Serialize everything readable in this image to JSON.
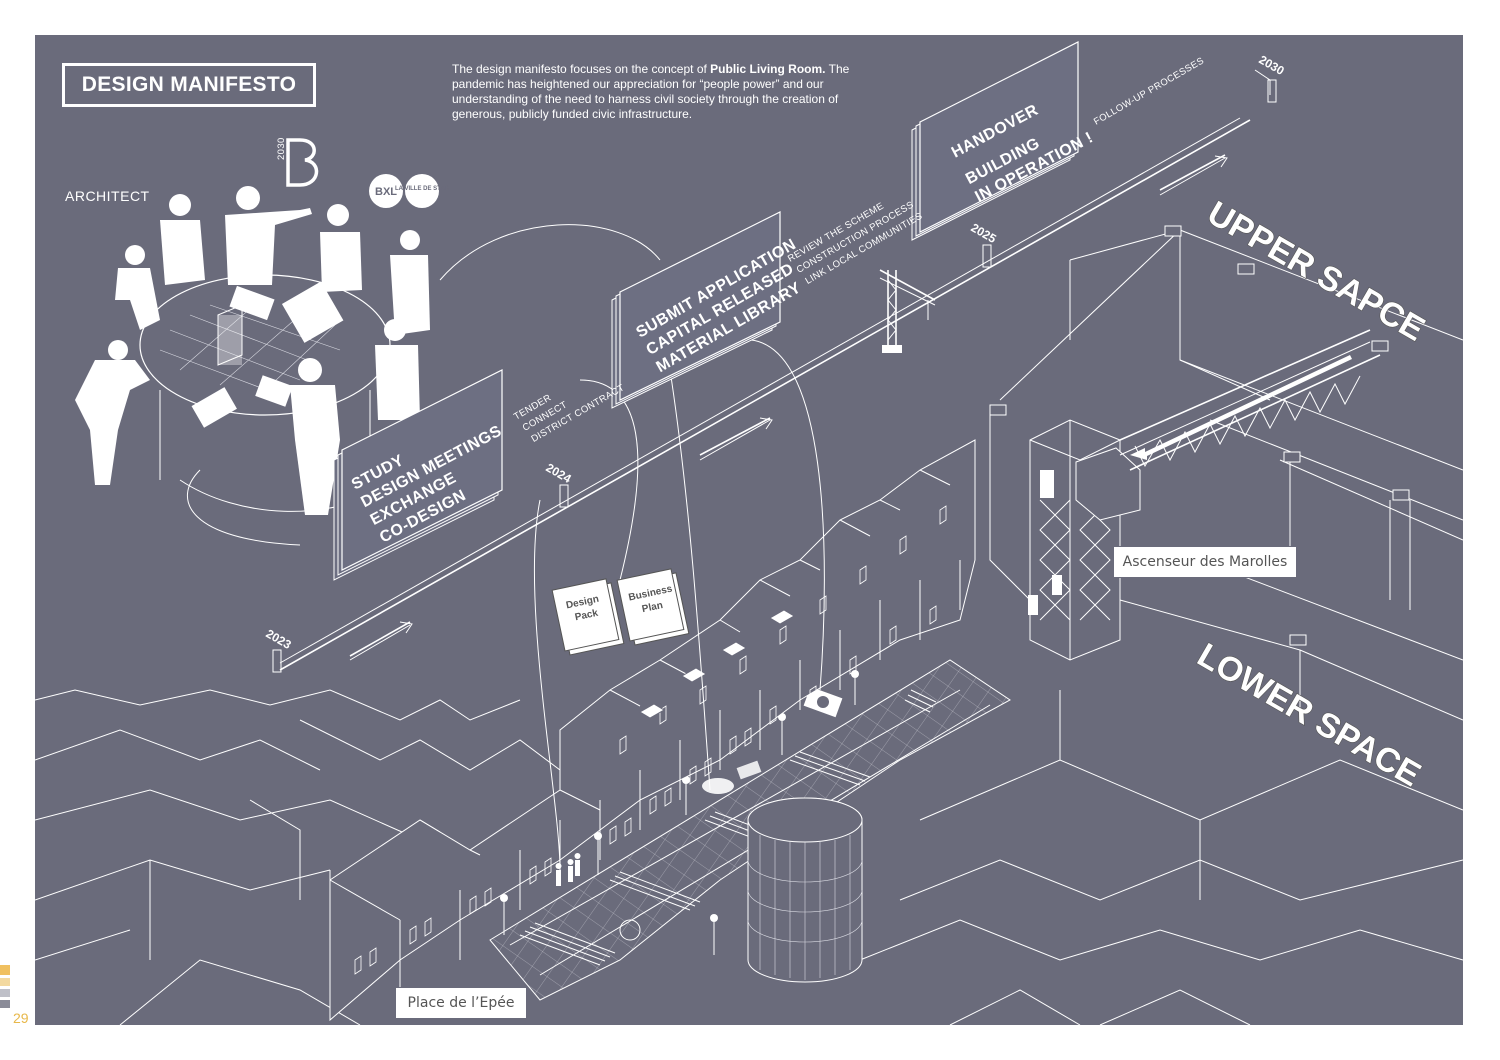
{
  "header": {
    "title": "DESIGN MANIFESTO",
    "intro_pre": "The design manifesto focuses on the concept of ",
    "intro_bold": "Public Living Room.",
    "intro_post": " The pandemic has heightened our appreciation for “people power” and our understanding of the need to harness civil society through the creation of generous, publicly funded civic infrastructure."
  },
  "architect_label": "ARCHITECT",
  "logos": {
    "b2030": "2030",
    "bxl": "BXL",
    "ville": "LA VILLE DE STAD"
  },
  "timeline": {
    "years": [
      "2023",
      "2024",
      "2025",
      "2030"
    ],
    "annotations": {
      "tender": [
        "TENDER",
        "CONNECT",
        "DISTRICT CONTRACT"
      ],
      "review": [
        "REVIEW THE SCHEME",
        "CONSTRUCTION PROCESS",
        "LINK LOCAL COMMUNITIES"
      ],
      "follow": "FOLLOW-UP PROCESSES"
    }
  },
  "boards": {
    "study": [
      "STUDY",
      "DESIGN MEETINGS",
      "EXCHANGE",
      "CO-DESIGN"
    ],
    "submit": [
      "SUBMIT APPLICATION",
      "CAPITAL RELEASED",
      "MATERIAL LIBRARY"
    ],
    "handover": [
      "HANDOVER",
      "BUILDING",
      "IN OPERATION !"
    ]
  },
  "documents": {
    "design_pack": [
      "Design",
      "Pack"
    ],
    "business_plan": [
      "Business",
      "Plan"
    ]
  },
  "big_labels": {
    "upper": "UPPER SAPCE",
    "lower": "LOWER SPACE"
  },
  "place_labels": {
    "place": "Place de l’Epée",
    "lift": "Ascenseur des Marolles"
  },
  "page_number": "29",
  "colors": {
    "background": "#6a6b7b",
    "line": "#ffffff",
    "board": "#6d6f82",
    "accent": "#e8b84a"
  }
}
